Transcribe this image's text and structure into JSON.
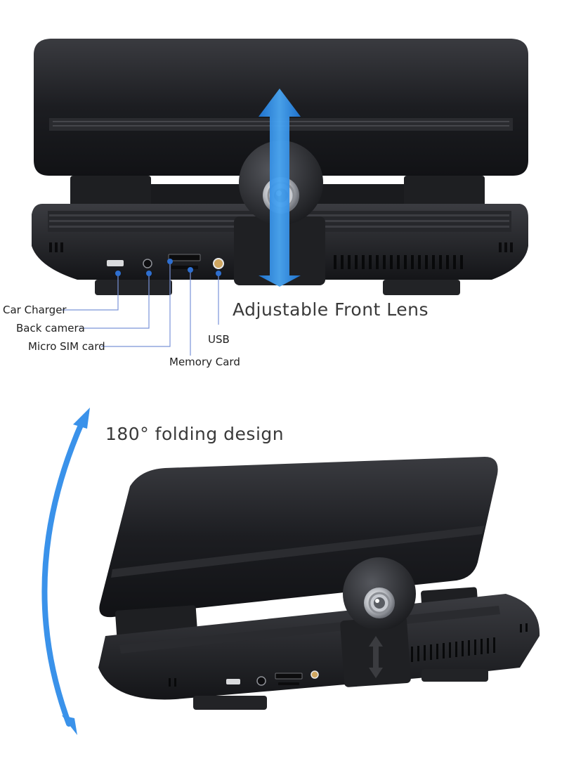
{
  "ports_panel": {
    "labels": {
      "car_charger": "Car Charger",
      "back_camera": "Back camera",
      "micro_sim": "Micro SIM card",
      "usb": "USB",
      "memory_card": "Memory Card"
    },
    "heading": "Adjustable Front Lens"
  },
  "folding_panel": {
    "heading": "180° folding design"
  },
  "colors": {
    "arrow_blue": "#2f8fe6",
    "callout_line": "#6e8fd6",
    "device_body": "#1d1e22"
  },
  "icons": [
    "up-down-arrow-icon",
    "curved-double-arrow-icon"
  ]
}
